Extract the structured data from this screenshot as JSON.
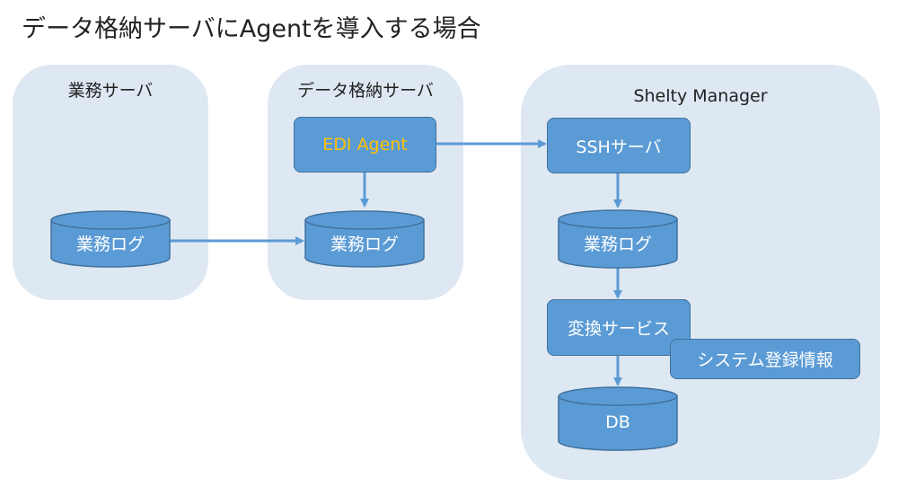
{
  "title": "データ格納サーバにAgentを導入する場合",
  "groups": {
    "business_server": {
      "label": "業務サーバ"
    },
    "data_server": {
      "label": "データ格納サーバ"
    },
    "shelty": {
      "label": "Shelty Manager"
    }
  },
  "nodes": {
    "business_log_1": "業務ログ",
    "edi_agent": "EDI Agent",
    "business_log_2": "業務ログ",
    "ssh_server": "SSHサーバ",
    "business_log_3": "業務ログ",
    "conversion_service": "変換サービス",
    "system_registration": "システム登録情報",
    "db": "DB"
  },
  "colors": {
    "group_bg": "#dee8f3",
    "node_fill": "#5b9bd5",
    "node_border": "#41719c",
    "agent_text": "#ffc000",
    "arrow": "#5b9bd5"
  }
}
